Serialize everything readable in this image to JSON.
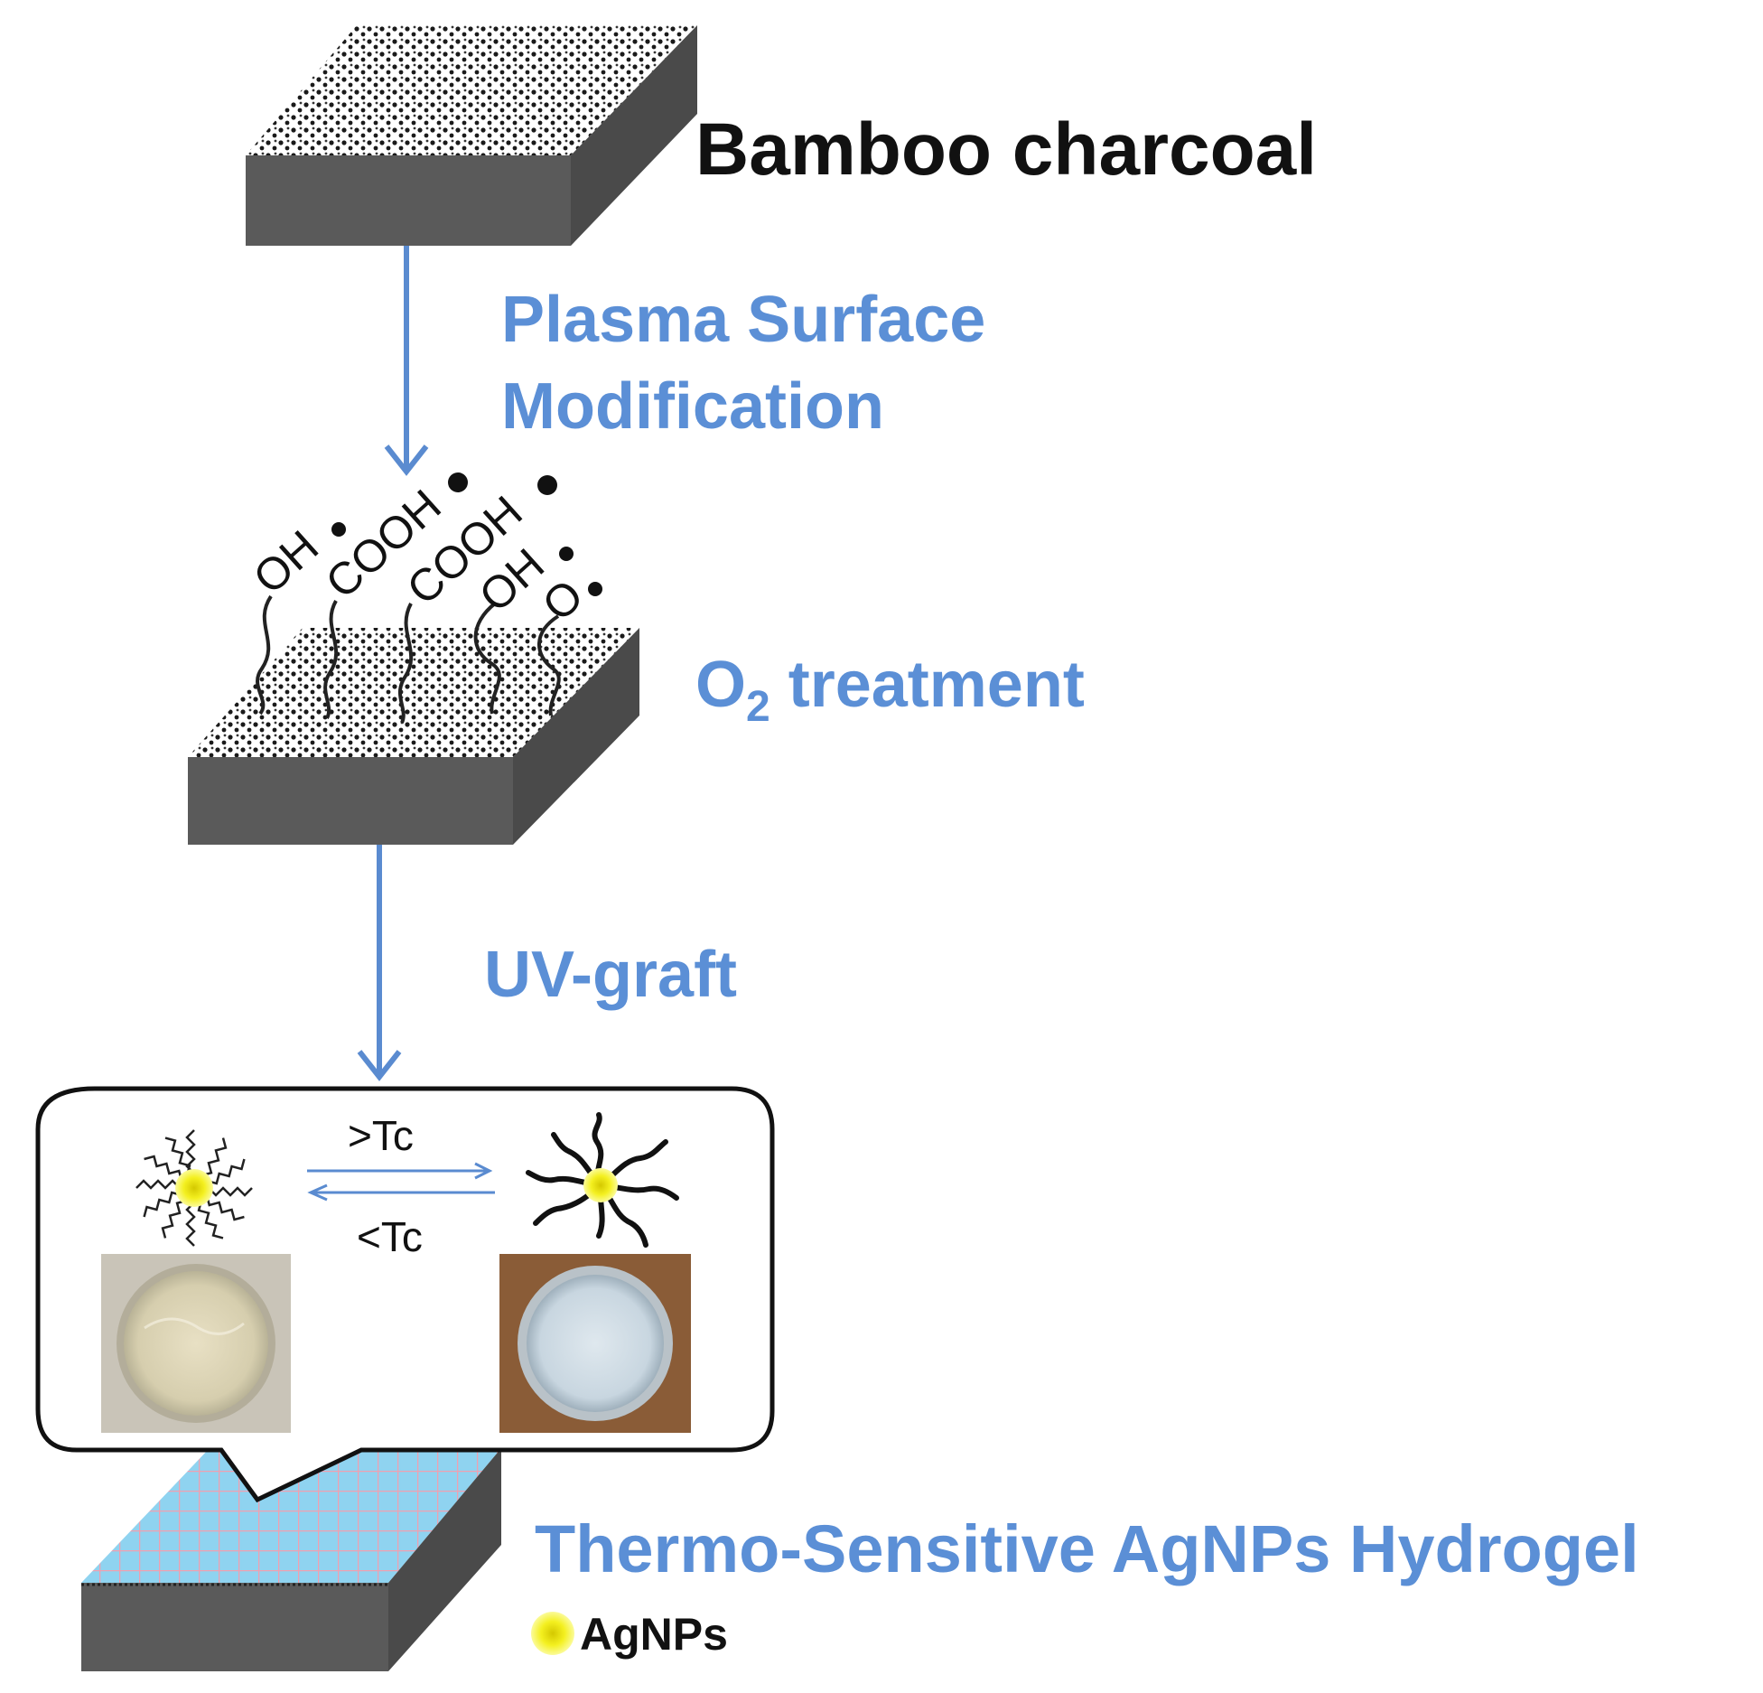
{
  "colors": {
    "accent_blue": "#5b8fd6",
    "arrow_blue": "#5a8bd0",
    "block_side": "#4a4a4a",
    "block_front": "#5a5a5a",
    "hydrogel_top": "#8fd3f0",
    "grid_pink": "#f0a0b0",
    "agnp_yellow": "#f2f22a"
  },
  "labels": {
    "bamboo": "Bamboo charcoal",
    "plasma_line1": "Plasma Surface",
    "plasma_line2": "Modification",
    "o2_main": "O",
    "o2_sub": "2",
    "o2_rest": " treatment",
    "uv": "UV-graft",
    "hydrogel": "Thermo-Sensitive AgNPs Hydrogel",
    "agnps_legend": "AgNPs",
    "above_tc": ">Tc",
    "below_tc": "<Tc"
  },
  "groups": {
    "g1": "OH",
    "g2": "COOH",
    "g3": "COOH",
    "g4": "OH",
    "g5": "O"
  }
}
